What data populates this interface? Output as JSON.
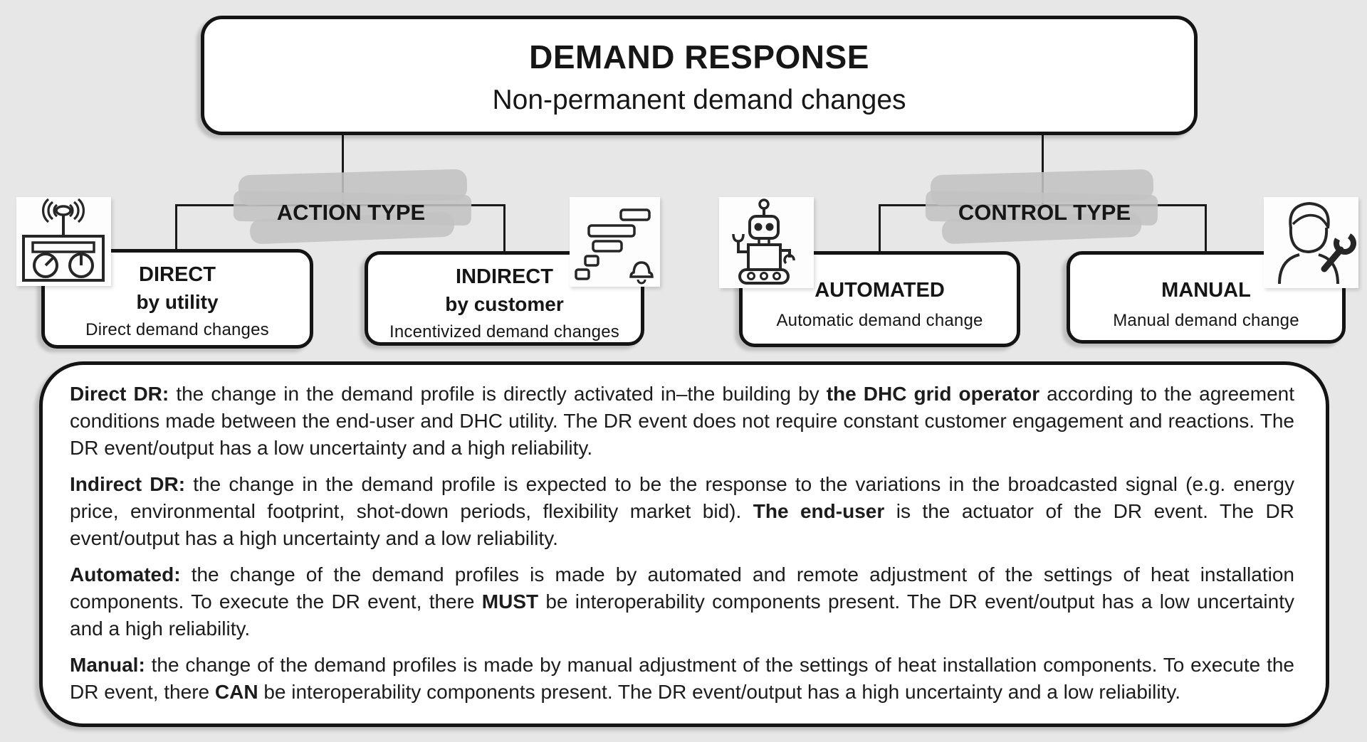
{
  "colors": {
    "background": "#e7e7e7",
    "box_fill": "#ffffff",
    "line": "#1a1a1a",
    "highlight_smudge": "#c3c3c3"
  },
  "root": {
    "title": "DEMAND RESPONSE",
    "subtitle": "Non-permanent demand changes"
  },
  "branches": {
    "action": {
      "label": "ACTION TYPE"
    },
    "control": {
      "label": "CONTROL TYPE"
    }
  },
  "nodes": {
    "direct": {
      "title": "DIRECT",
      "subtitle": "by utility",
      "description": "Direct demand changes",
      "icon": "radio-remote-meter-icon"
    },
    "indirect": {
      "title": "INDIRECT",
      "subtitle": "by customer",
      "description": "Incentivized demand changes",
      "icon": "gantt-schedule-bell-icon"
    },
    "automated": {
      "title": "AUTOMATED",
      "description": "Automatic demand change",
      "icon": "robot-icon"
    },
    "manual": {
      "title": "MANUAL",
      "description": "Manual demand change",
      "icon": "technician-wrench-icon"
    }
  },
  "definitions": {
    "direct_dr": [
      {
        "text": "Direct DR:",
        "bold": true
      },
      {
        "text": " the change in the demand profile is directly activated in–the building by ",
        "bold": false
      },
      {
        "text": "the DHC grid operator",
        "bold": true
      },
      {
        "text": " according to the agreement conditions made between the end-user and DHC utility. The DR event does not require constant customer engagement and reactions. The DR event/output has a low uncertainty and a high reliability.",
        "bold": false
      }
    ],
    "indirect_dr": [
      {
        "text": "Indirect DR:",
        "bold": true
      },
      {
        "text": " the change in the demand profile is expected to be the response to the variations in the broadcasted signal (e.g. energy price, environmental footprint, shot-down periods, flexibility market bid). ",
        "bold": false
      },
      {
        "text": "The end-user",
        "bold": true
      },
      {
        "text": " is the actuator of the DR event. The DR event/output has a high uncertainty and a low reliability.",
        "bold": false
      }
    ],
    "automated": [
      {
        "text": "Automated:",
        "bold": true
      },
      {
        "text": " the change of the demand profiles is made by automated and remote adjustment of the settings of heat installation components. To execute the DR event, there ",
        "bold": false
      },
      {
        "text": "MUST",
        "bold": true
      },
      {
        "text": " be interoperability components present. The DR event/output has a low uncertainty and a high reliability.",
        "bold": false
      }
    ],
    "manual": [
      {
        "text": "Manual:",
        "bold": true
      },
      {
        "text": " the change of the demand profiles is made by manual adjustment of the settings of heat installation components. To execute the DR event, there ",
        "bold": false
      },
      {
        "text": "CAN",
        "bold": true
      },
      {
        "text": " be interoperability components present. The DR event/output has a high uncertainty and a low reliability.",
        "bold": false
      }
    ]
  }
}
